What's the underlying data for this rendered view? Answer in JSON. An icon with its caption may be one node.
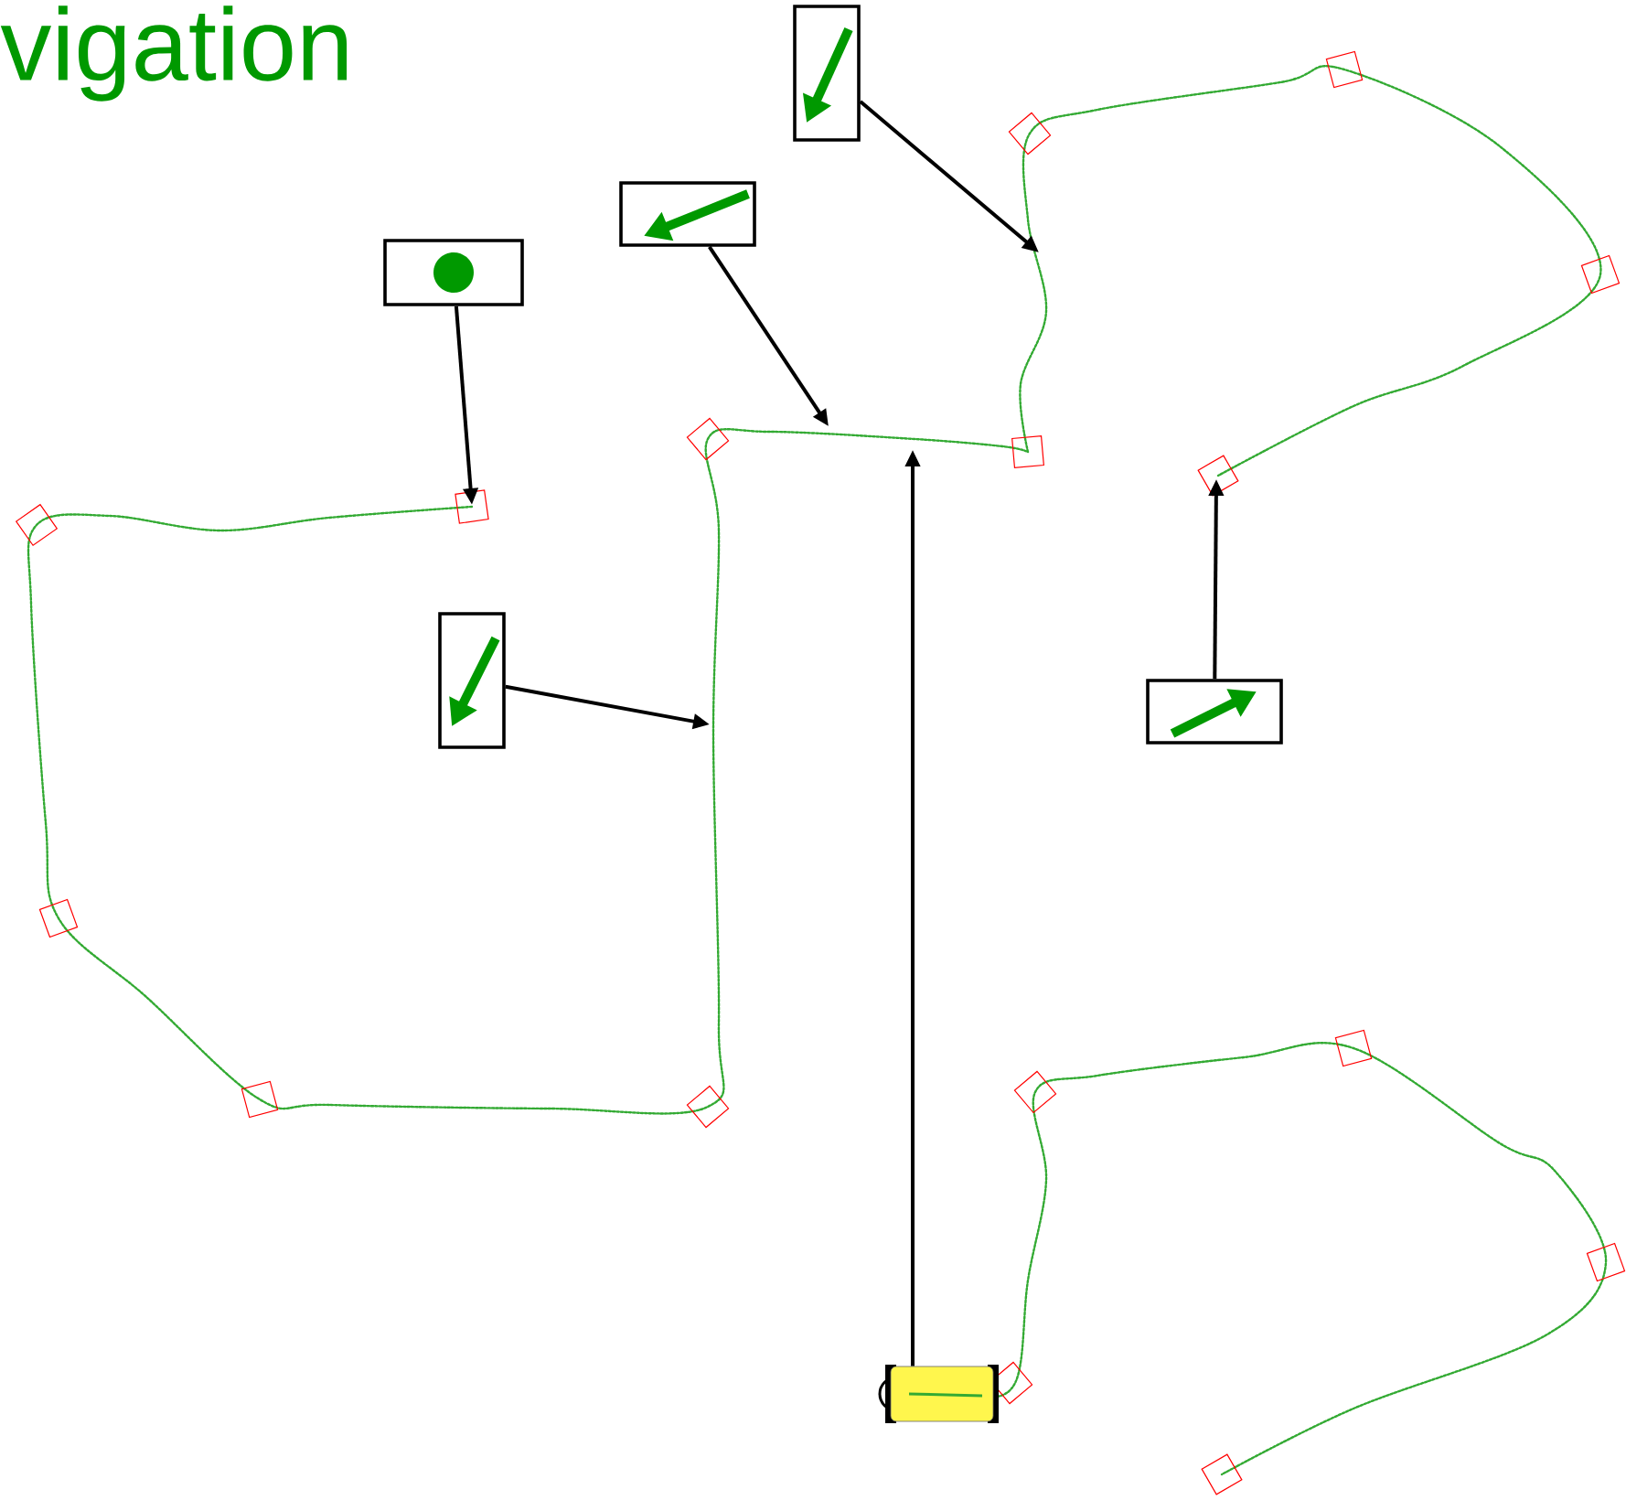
{
  "diagram": {
    "title": "vigation",
    "nodes": [
      {
        "text": [],
        "shape": "box"
      },
      {
        "text": [],
        "shape": "box"
      },
      {
        "text": [],
        "shape": "box"
      },
      {
        "text": [],
        "shape": "box"
      },
      {
        "text": [],
        "shape": "box"
      },
      {
        "text": [],
        "shape": "box"
      }
    ],
    "edges": [
      {
        "from": 0,
        "to": null,
        "arrow": "to"
      },
      {
        "from": 1,
        "to": null,
        "arrow": "to"
      },
      {
        "from": 2,
        "to": null,
        "arrow": "to"
      },
      {
        "from": 3,
        "to": null,
        "arrow": "to"
      },
      {
        "from": 4,
        "to": null,
        "arrow": "to"
      },
      {
        "from": 5,
        "to": null,
        "arrow": "to"
      }
    ]
  }
}
